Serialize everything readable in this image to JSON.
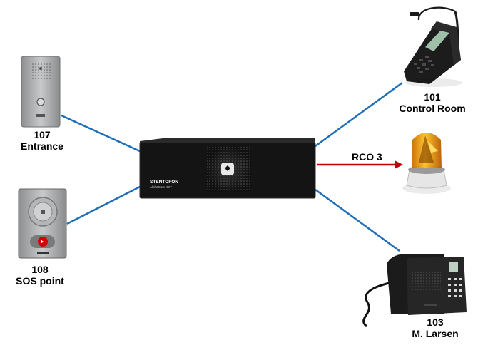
{
  "nodes": {
    "entrance": {
      "number": "107",
      "name": "Entrance"
    },
    "sos": {
      "number": "108",
      "name": "SOS point"
    },
    "control_room": {
      "number": "101",
      "name": "Control Room"
    },
    "larsen": {
      "number": "103",
      "name": "M. Larsen"
    }
  },
  "server": {
    "brand": "STENTOFON",
    "model": "AlphaCom XE7"
  },
  "relay": {
    "label": "RCO 3"
  },
  "colors": {
    "link": "#1f6fb8",
    "relay_link": "#c00000",
    "beacon": "#f0a000"
  }
}
